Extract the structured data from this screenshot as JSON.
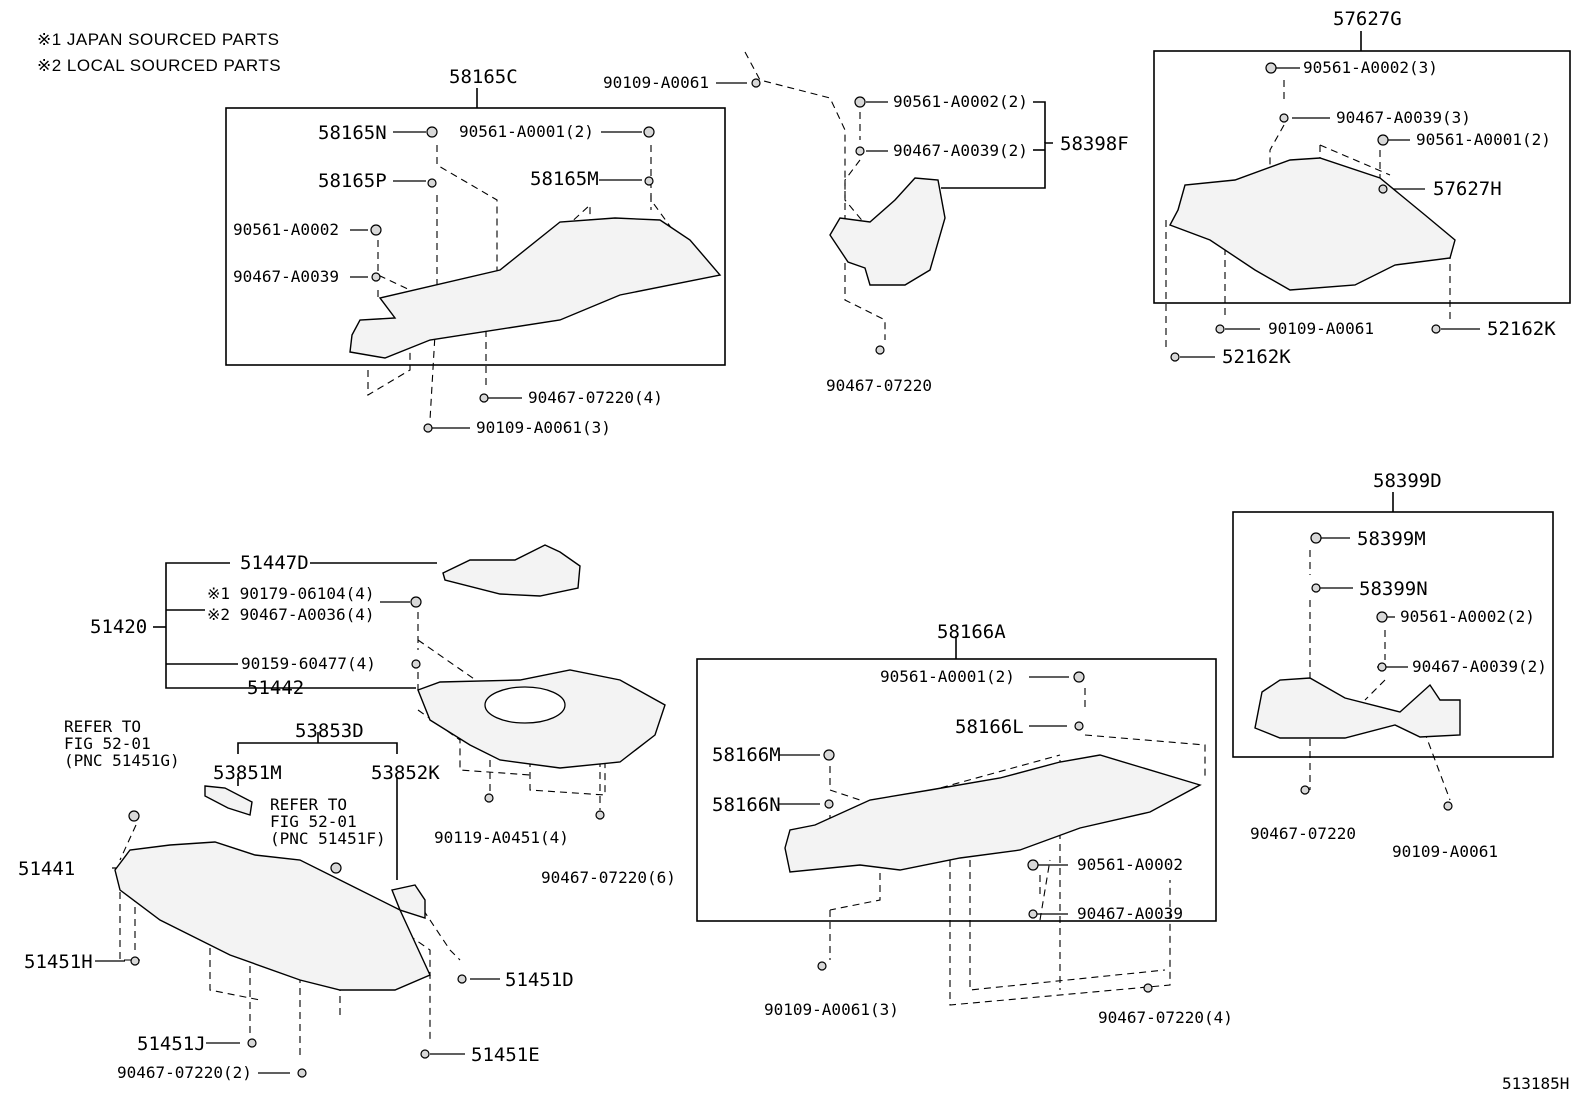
{
  "notes": [
    "※1  JAPAN SOURCED PARTS",
    "※2  LOCAL SOURCED PARTS"
  ],
  "figure_id": "513185H",
  "groups": {
    "g58165C": {
      "assembly": "58165C",
      "parts": {
        "p1": "58165N",
        "p2": "90561-A0001(2)",
        "p3": "58165P",
        "p4": "58165M",
        "p5": "90561-A0002",
        "p6": "90467-A0039",
        "p7": "90467-07220(4)",
        "p8": "90109-A0061(3)"
      }
    },
    "g58398F": {
      "assembly": "58398F",
      "parts": {
        "p1": "90109-A0061",
        "p2": "90561-A0002(2)",
        "p3": "90467-A0039(2)",
        "p4": "90467-07220"
      }
    },
    "g57627G": {
      "assembly": "57627G",
      "parts": {
        "p1": "90561-A0002(3)",
        "p2": "90467-A0039(3)",
        "p3": "90561-A0001(2)",
        "p4": "57627H",
        "p5": "90109-A0061",
        "p6": "52162K",
        "p7": "52162K"
      }
    },
    "g51420": {
      "assembly": "51420",
      "parts": {
        "p1": "51447D",
        "p2": "※1 90179-06104(4)",
        "p3": "※2 90467-A0036(4)",
        "p4": "90159-60477(4)",
        "p5": "51442",
        "p6": "90119-A0451(4)",
        "p7": "90467-07220(6)"
      }
    },
    "g58166A": {
      "assembly": "58166A",
      "parts": {
        "p1": "90561-A0001(2)",
        "p2": "58166L",
        "p3": "58166M",
        "p4": "58166N",
        "p5": "90561-A0002",
        "p6": "90467-A0039",
        "p7": "90109-A0061(3)",
        "p8": "90467-07220(4)"
      }
    },
    "g58399D": {
      "assembly": "58399D",
      "parts": {
        "p1": "58399M",
        "p2": "58399N",
        "p3": "90561-A0002(2)",
        "p4": "90467-A0039(2)",
        "p5": "90467-07220",
        "p6": "90109-A0061"
      }
    },
    "g53853D": {
      "assembly": "53853D",
      "parts": {
        "p1": "53851M",
        "p2": "53852K",
        "p3": "51441",
        "p4": "51451H",
        "p5": "51451J",
        "p6": "90467-07220(2)",
        "p7": "51451D",
        "p8": "51451E"
      },
      "ref1": "REFER TO\nFIG 52-01\n(PNC 51451G)",
      "ref2": "REFER TO\nFIG 52-01\n(PNC 51451F)"
    }
  }
}
